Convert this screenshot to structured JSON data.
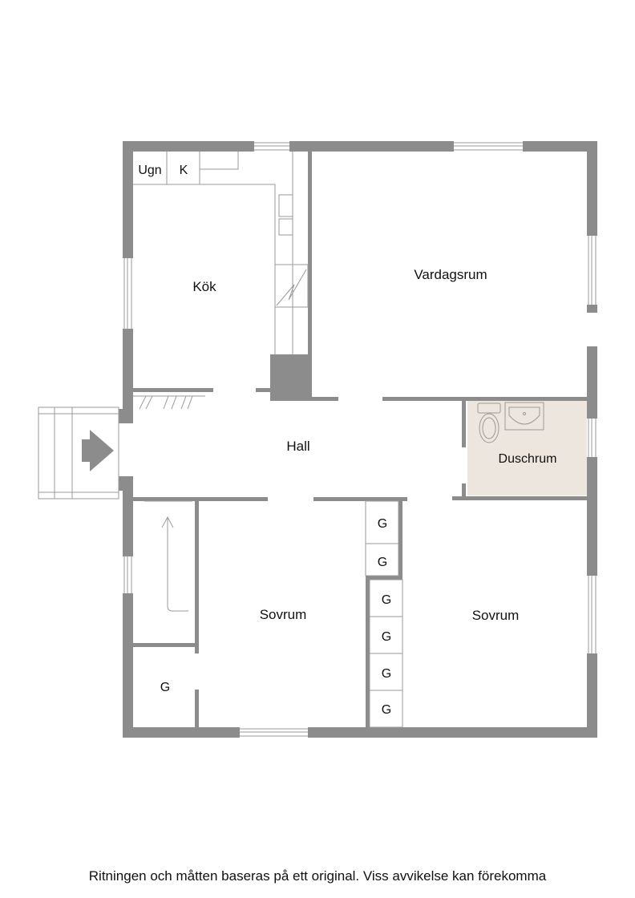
{
  "rooms": {
    "kitchen": "Kök",
    "living_room": "Vardagsrum",
    "hall": "Hall",
    "shower_room": "Duschrum",
    "bedroom_left": "Sovrum",
    "bedroom_right": "Sovrum"
  },
  "appliances": {
    "oven": "Ugn",
    "fridge": "K"
  },
  "closets": {
    "label": "G"
  },
  "footer": "Ritningen och måtten baseras på ett original. Viss avvikelse kan förekomma",
  "colors": {
    "wall": "#8c8c8c",
    "bathroom_fill": "#ece6df",
    "line": "#9a9a9a"
  }
}
